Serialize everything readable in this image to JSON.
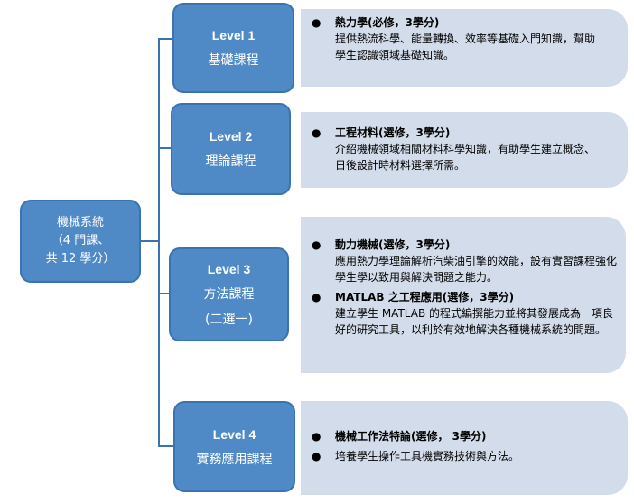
{
  "root": {
    "line1": "機械系統",
    "line2": "（4 門課、",
    "line3": "共 12 學分）"
  },
  "levels": [
    {
      "level": "Level 1",
      "name": "基礎課程",
      "items": [
        {
          "title": "熱力學(必修，3學分)",
          "text": "提供熱流科學、能量轉換、效率等基礎入門知識，幫助學生認識領域基礎知識。"
        }
      ]
    },
    {
      "level": "Level 2",
      "name": "理論課程",
      "items": [
        {
          "title": "工程材料(選修，3學分)",
          "text": "介紹機械領域相關材料科學知識，有助學生建立概念、日後設計時材料選擇所需。"
        }
      ]
    },
    {
      "level": "Level 3",
      "name": "方法課程",
      "name2": "(二選一)",
      "items": [
        {
          "title": "動力機械(選修，3學分)",
          "text": "應用熱力學理論解析汽柴油引擎的效能，設有實習課程強化學生學以致用與解決問題之能力。"
        },
        {
          "title": "MATLAB 之工程應用(選修，3學分)",
          "text": "建立學生 MATLAB 的程式編撰能力並將其發展成為一項良好的研究工具，以利於有效地解決各種機械系統的問題。"
        }
      ]
    },
    {
      "level": "Level 4",
      "name": "實務應用課程",
      "items": [
        {
          "title": "機械工作法特論(選修， 3學分)",
          "text": ""
        },
        {
          "title": "",
          "text": "培養學生操作工具機實務技術與方法。"
        }
      ]
    }
  ]
}
